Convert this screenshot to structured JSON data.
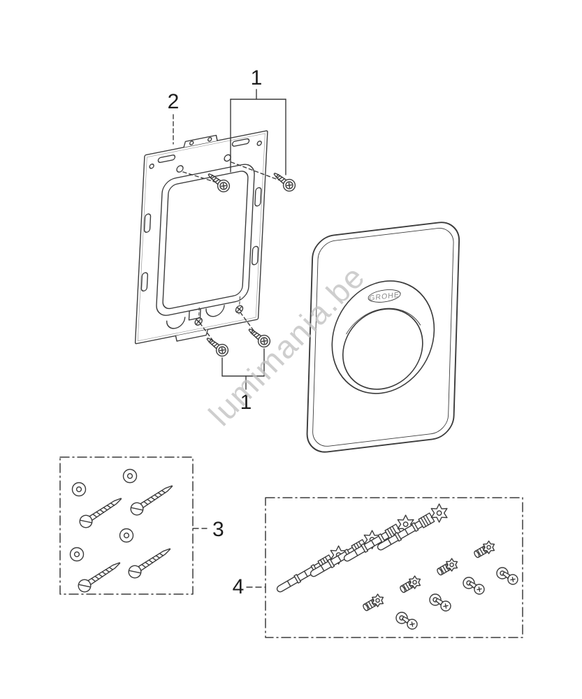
{
  "watermark": {
    "text": "lumimania.be"
  },
  "plate": {
    "brand": "GROHE"
  },
  "callouts": {
    "screws_top": "1",
    "frame": "2",
    "screws_bottom": "1",
    "screw_washer_set": "3",
    "anchor_set": "4"
  },
  "colors": {
    "line": "#3b3b3b",
    "watermark": "#c2c2c2",
    "background": "#ffffff"
  },
  "icons": {
    "frame": "mounting-frame",
    "flush_plate": "flush-plate",
    "machine_screw": "machine-screw",
    "wood_screw": "wood-screw",
    "washer": "washer",
    "wall_anchor": "wall-anchor",
    "knurled_nut": "knurled-nut",
    "small_screw_washer": "small-screw-with-washer"
  }
}
